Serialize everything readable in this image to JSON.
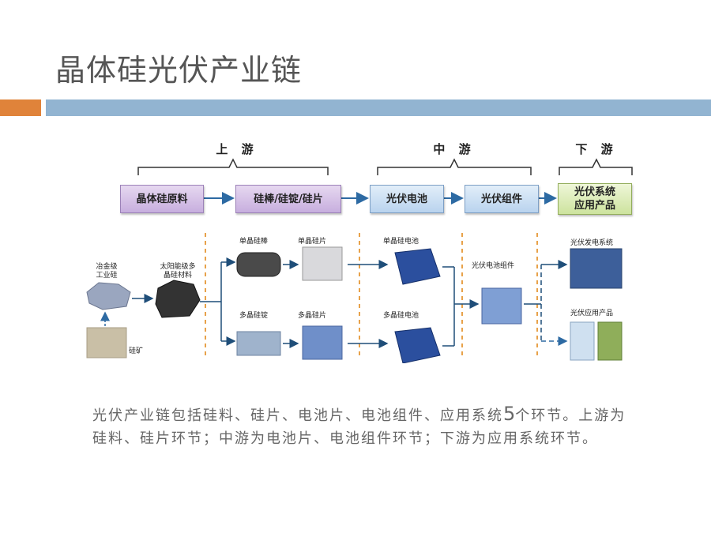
{
  "title": "晶体硅光伏产业链",
  "stages": {
    "upstream": "上 游",
    "midstream": "中 游",
    "downstream": "下 游"
  },
  "boxes": {
    "raw": "晶体硅原料",
    "ingot": "硅棒/硅锭/硅片",
    "cell": "光伏电池",
    "module": "光伏组件",
    "app_line1": "光伏系统",
    "app_line2": "应用产品"
  },
  "items": {
    "metallurgical_line1": "冶金级",
    "metallurgical_line2": "工业硅",
    "ore": "硅矿",
    "solar_grade_line1": "太阳能级多",
    "solar_grade_line2": "晶硅材料",
    "mono_rod": "单晶硅棒",
    "mono_wafer": "单晶硅片",
    "poly_ingot": "多晶硅锭",
    "poly_wafer": "多晶硅片",
    "mono_cell": "单晶硅电池",
    "poly_cell": "多晶硅电池",
    "module": "光伏电池组件",
    "power_system": "光伏发电系统",
    "app_product": "光伏应用产品"
  },
  "paragraph": {
    "part1": "光伏产业链包括硅料、硅片、电池片、电池组件、应用系统",
    "num": "5",
    "part2": "个环节。上游为硅料、硅片环节；中游为电池片、电池组件环节；下游为应用系统环节。"
  },
  "colors": {
    "accent_orange": "#e0833a",
    "accent_blue": "#92b4d1",
    "title": "#555555",
    "body_text": "#666666"
  }
}
